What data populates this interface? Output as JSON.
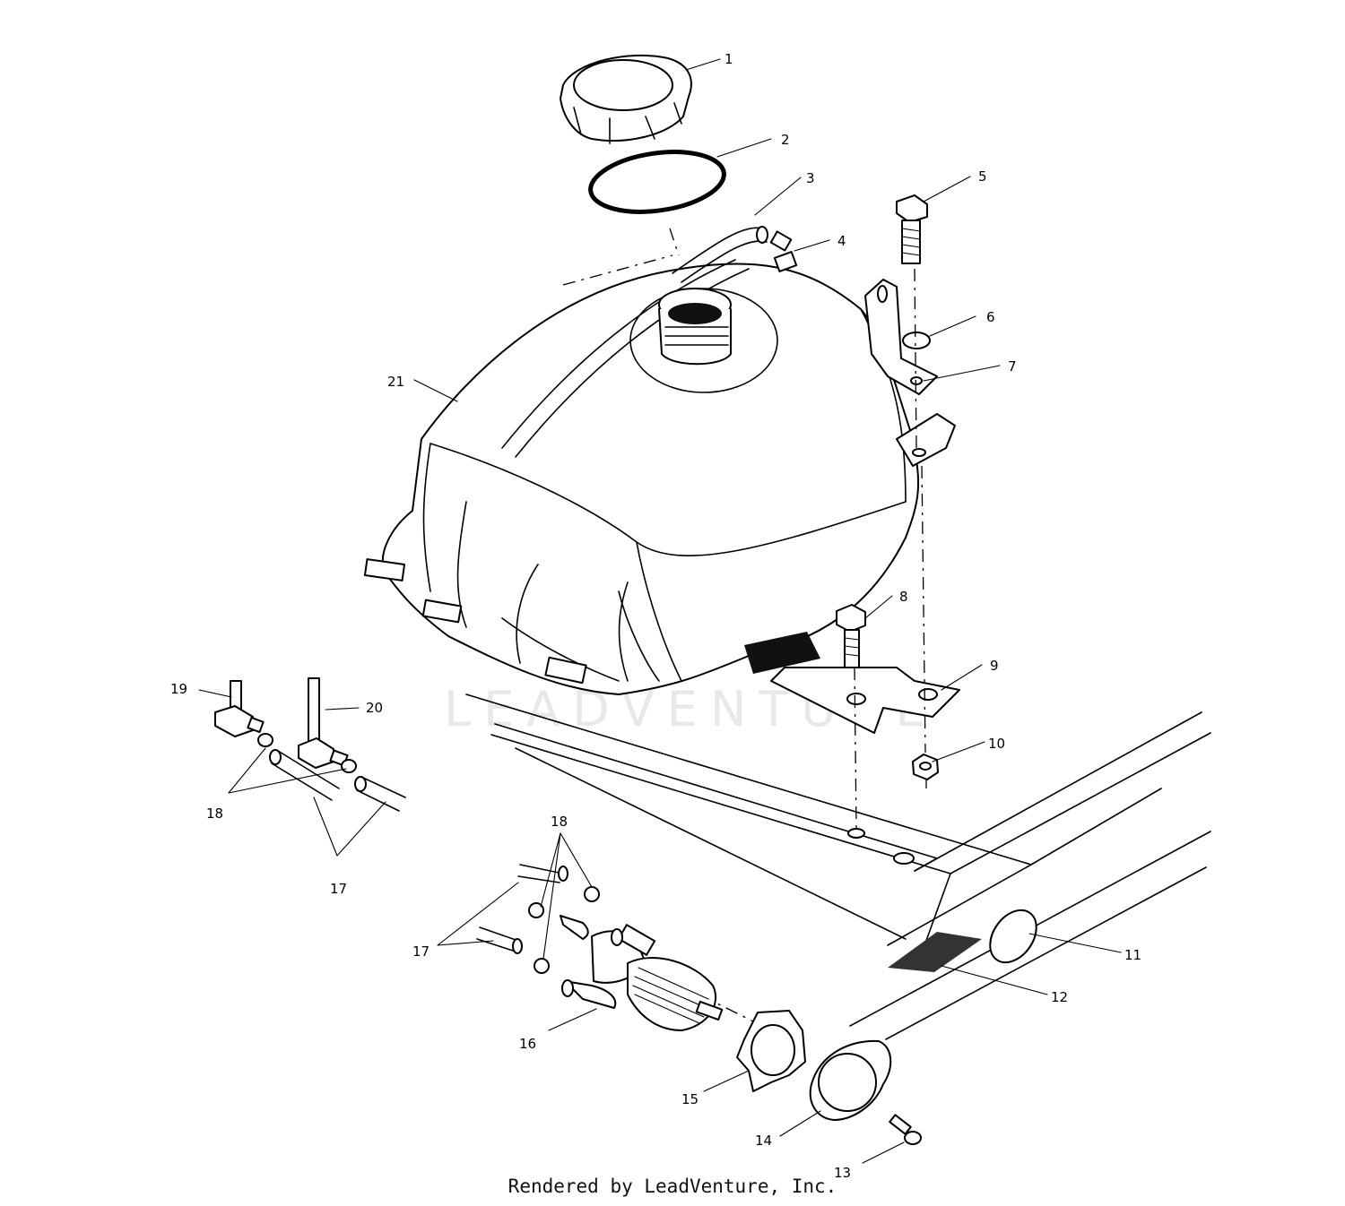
{
  "diagram": {
    "watermark": "LEADVENTURE",
    "credit": "Rendered by LeadVenture, Inc.",
    "callouts": {
      "c1": "1",
      "c2": "2",
      "c3": "3",
      "c4": "4",
      "c5": "5",
      "c6": "6",
      "c7": "7",
      "c8": "8",
      "c9": "9",
      "c10": "10",
      "c11": "11",
      "c12": "12",
      "c13": "13",
      "c14": "14",
      "c15": "15",
      "c16": "16",
      "c17a": "17",
      "c17b": "17",
      "c18a": "18",
      "c18b": "18",
      "c19": "19",
      "c20": "20",
      "c21": "21"
    }
  }
}
